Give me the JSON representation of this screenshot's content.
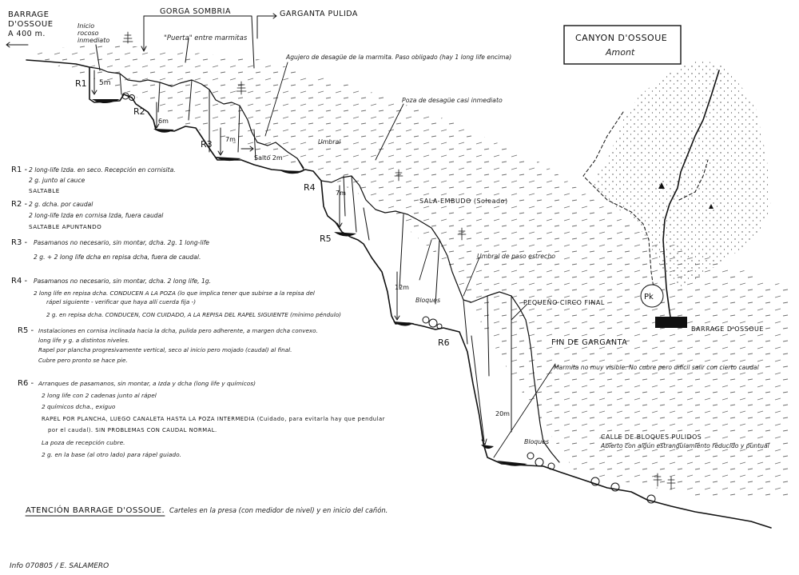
{
  "header": {
    "barrage_label_1": "BARRAGE",
    "barrage_label_2": "D'OSSOUE",
    "barrage_label_3": "A 400 m.",
    "inicio_1": "Inicio",
    "inicio_2": "rocoso",
    "inicio_3": "inmediato",
    "gorga_sombria": "GORGA SOMBRIA",
    "garganta_pulida": "GARGANTA PULIDA",
    "puerta_marmitas": "\"Puerta\" entre marmitas"
  },
  "title_box": {
    "title": "CANYON D'OSSOUE",
    "subtitle": "Amont"
  },
  "annotations": {
    "agujero": "Agujero de desagüe de la marmita. Paso obligado (hay 1 long life encima)",
    "poza_desague": "Poza de desagüe casi inmediato",
    "umbral": "Umbral",
    "sala_embudo": "SALA-EMBUDO (Soleado)",
    "umbral_estrecho": "Umbral de paso estrecho",
    "bloques_1": "Bloques",
    "pequeno_circo": "PEQUEÑO CIRCO FINAL",
    "fin_garganta": "FIN DE GARGANTA",
    "marmita": "Marmita no muy visible. No cubre pero difícil salir con cierto caudal",
    "bloques_2": "Bloques",
    "calle_1": "CALLE DE BLOQUES PULIDOS",
    "calle_2": "Abierto con algún estrangulamiento reducido y puntual",
    "barrage_map": "BARRAGE D'OSSOUE",
    "pk": "Pk"
  },
  "rappels": [
    {
      "id": "R1",
      "height": "5m"
    },
    {
      "id": "R2",
      "height": "6m"
    },
    {
      "id": "R3",
      "height": "7m"
    },
    {
      "id": "R4",
      "height": "7m"
    },
    {
      "id": "R5",
      "height": ""
    },
    {
      "id": "R6",
      "height": "12m"
    },
    {
      "id": "R6b",
      "height": "20m"
    }
  ],
  "salto_label": "Salto 2m",
  "notes": [
    {
      "code": "R1 -",
      "lines": [
        "2 long-life Izda. en seco. Recepción en cornisita.",
        "2 g. junto al cauce",
        "SALTABLE"
      ]
    },
    {
      "code": "R2 -",
      "lines": [
        "2 g. dcha. por caudal",
        "2 long-life Izda en cornisa Izda, fuera caudal",
        "SALTABLE APUNTANDO"
      ]
    },
    {
      "code": "R3 -",
      "lines": [
        "Pasamanos no necesario, sin montar, dcha. 2g. 1 long-life",
        "2 g. + 2 long life dcha en repisa dcha, fuera de caudal."
      ]
    },
    {
      "code": "R4 -",
      "lines": [
        "Pasamanos no necesario, sin montar, dcha. 2 long life, 1g.",
        "2 long life en repisa dcha. CONDUCEN A LA POZA (lo que implica tener que subirse a la repisa del",
        "rápel siguiente - verificar que haya allí cuerda fija -)",
        "2 g. en repisa dcha. CONDUCEN, CON CUIDADO, A LA REPISA DEL RAPEL SIGUIENTE (mínimo péndulo)"
      ]
    },
    {
      "code": "R5 -",
      "lines": [
        "Instalaciones en cornisa inclinada hacia la dcha, pulida pero adherente, a margen dcha convexo.",
        "long life y g. a distintos niveles.",
        "Rapel por plancha progresivamente vertical, seco al inicio pero mojado (caudal) al final.",
        "Cubre pero pronto se hace pie."
      ]
    },
    {
      "code": "R6 -",
      "lines": [
        "Arranques de pasamanos, sin montar, a Izda y dcha (long life y químicos)",
        "2 long life con 2 cadenas junto al rápel",
        "2 químicos dcha., exiguo",
        "RAPEL POR PLANCHA, LUEGO CANALETA HASTA LA POZA INTERMEDIA (Cuidado, para evitarla hay que pendular",
        "por el caudal). SIN PROBLEMAS CON CAUDAL NORMAL.",
        "La poza de recepción cubre.",
        "2 g. en la base (al otro lado) para rápel guiado."
      ]
    }
  ],
  "footer": {
    "atencion": "ATENCIÓN BARRAGE D'OSSOUE.",
    "atencion_rest": "Carteles en la presa (con medidor de nivel) y en inicio del cañón.",
    "info": "Info 070805 / E. SALAMERO"
  }
}
